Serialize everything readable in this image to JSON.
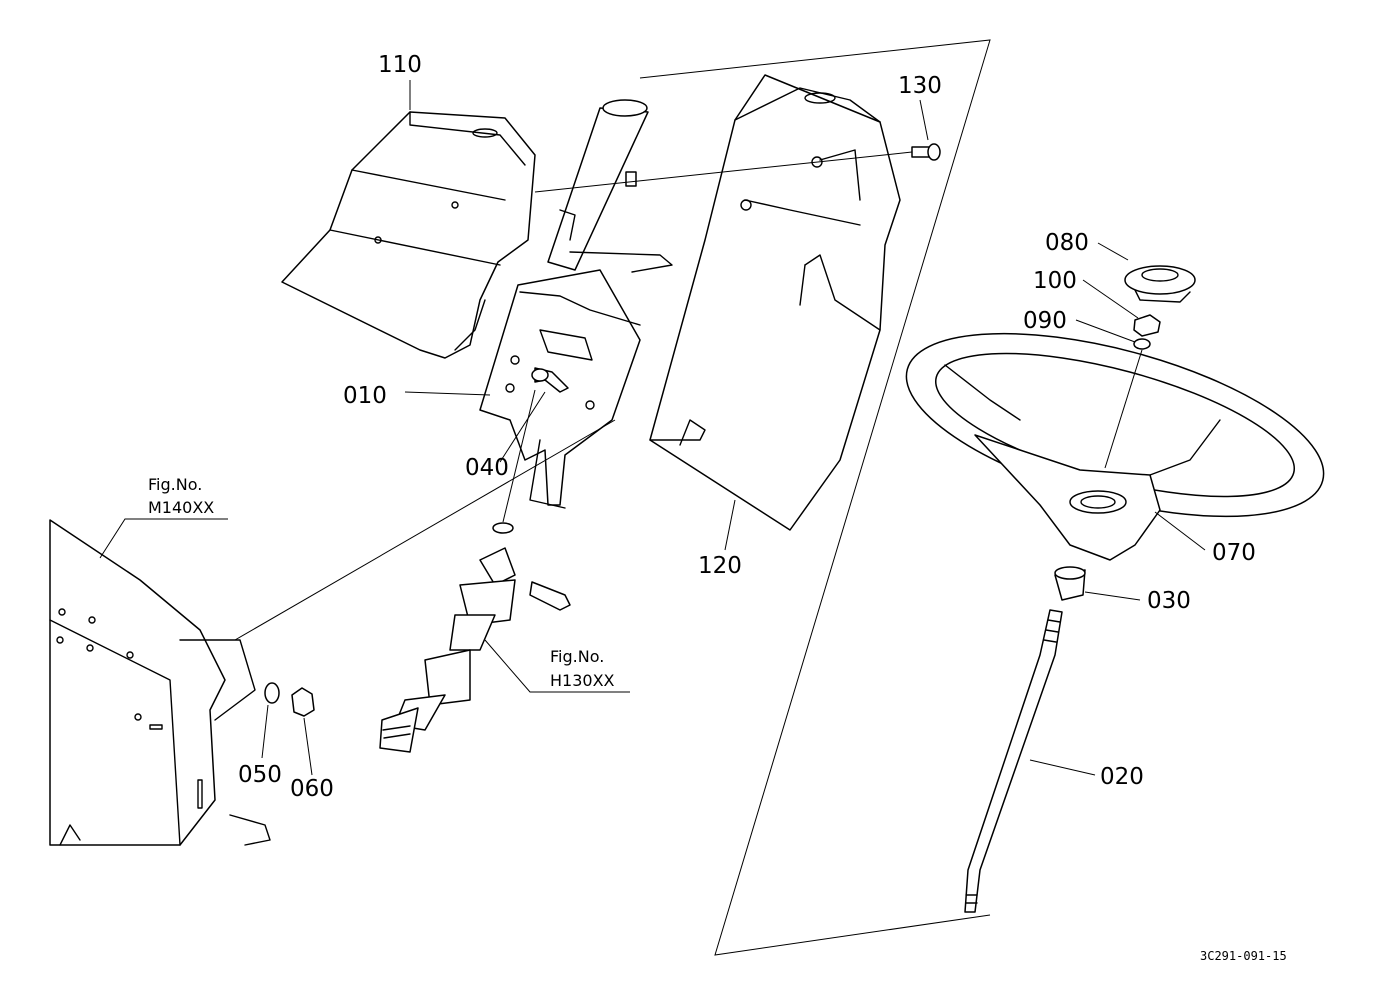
{
  "parts": {
    "p010": "010",
    "p020": "020",
    "p030": "030",
    "p040": "040",
    "p050": "050",
    "p060": "060",
    "p070": "070",
    "p080": "080",
    "p090": "090",
    "p100": "100",
    "p110": "110",
    "p120": "120",
    "p130": "130"
  },
  "figure_refs": {
    "m_label": "Fig.No.",
    "m_code": "M140XX",
    "h_label": "Fig.No.",
    "h_code": "H130XX"
  },
  "drawing_id": "3C291-091-15"
}
